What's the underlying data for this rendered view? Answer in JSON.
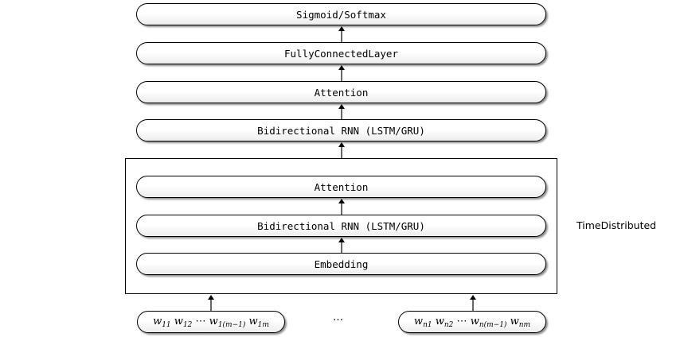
{
  "layers": {
    "sigmoid_softmax": "Sigmoid/Softmax",
    "fully_connected": "FullyConnectedLayer",
    "attention_top": "Attention",
    "birnn_top": "Bidirectional RNN (LSTM/GRU)",
    "attention_inner": "Attention",
    "birnn_inner": "Bidirectional RNN (LSTM/GRU)",
    "embedding": "Embedding"
  },
  "time_distributed_label": "TimeDistributed",
  "inputs": {
    "first": {
      "w": "w",
      "sub1": "11",
      "sub2": "12",
      "cdots": "⋯",
      "sub3": "1(m−1)",
      "sub4": "1m"
    },
    "ellipsis": "…",
    "last": {
      "w": "w",
      "sub1": "n1",
      "sub2": "n2",
      "cdots": "⋯",
      "sub3": "n(m−1)",
      "sub4": "nm"
    }
  }
}
